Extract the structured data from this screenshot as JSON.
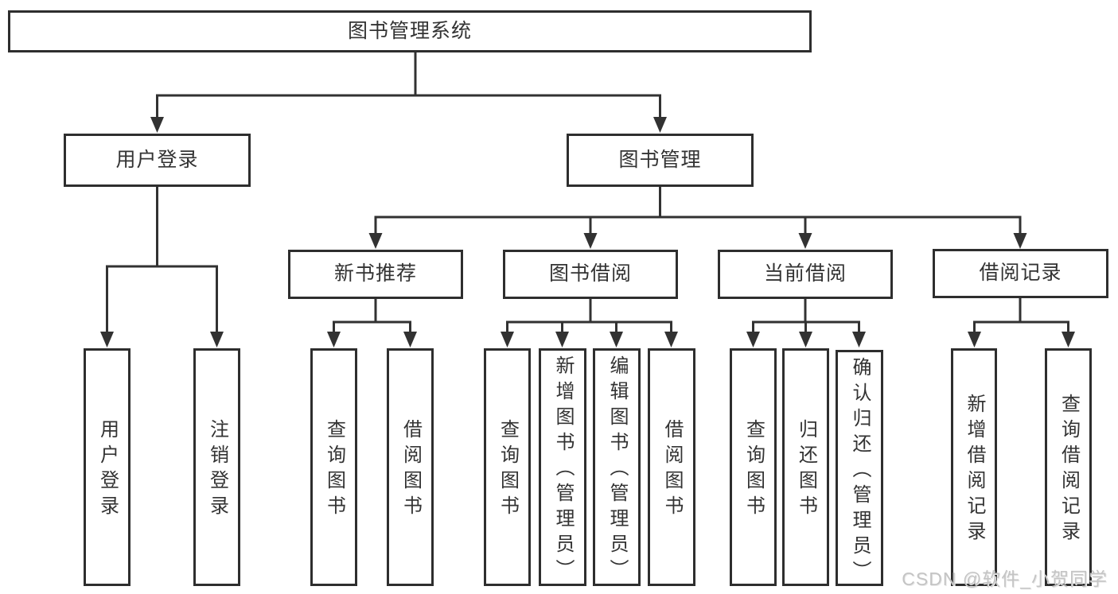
{
  "diagram": {
    "title": "图书管理系统",
    "type": "hierarchy-tree"
  },
  "tree": {
    "root": {
      "label": "图书管理系统",
      "children": [
        {
          "label": "用户登录",
          "children": [
            {
              "label": "用户登录"
            },
            {
              "label": "注销登录"
            }
          ]
        },
        {
          "label": "图书管理",
          "children": [
            {
              "label": "新书推荐",
              "children": [
                {
                  "label": "查询图书"
                },
                {
                  "label": "借阅图书"
                }
              ]
            },
            {
              "label": "图书借阅",
              "children": [
                {
                  "label": "查询图书"
                },
                {
                  "label": "新增图书（管理员）"
                },
                {
                  "label": "编辑图书（管理员）"
                },
                {
                  "label": "借阅图书"
                }
              ]
            },
            {
              "label": "当前借阅",
              "children": [
                {
                  "label": "查询图书"
                },
                {
                  "label": "归还图书"
                },
                {
                  "label": "确认归还（管理员）"
                }
              ]
            },
            {
              "label": "借阅记录",
              "children": [
                {
                  "label": "新增借阅记录"
                },
                {
                  "label": "查询借阅记录"
                }
              ]
            }
          ]
        }
      ]
    }
  },
  "colors": {
    "line": "#323232",
    "box_border": "#2e2e2e",
    "text": "#333333",
    "watermark": "#c4c4c4",
    "background": "#ffffff"
  },
  "watermark": {
    "text": "CSDN @软件_小贺同学"
  }
}
